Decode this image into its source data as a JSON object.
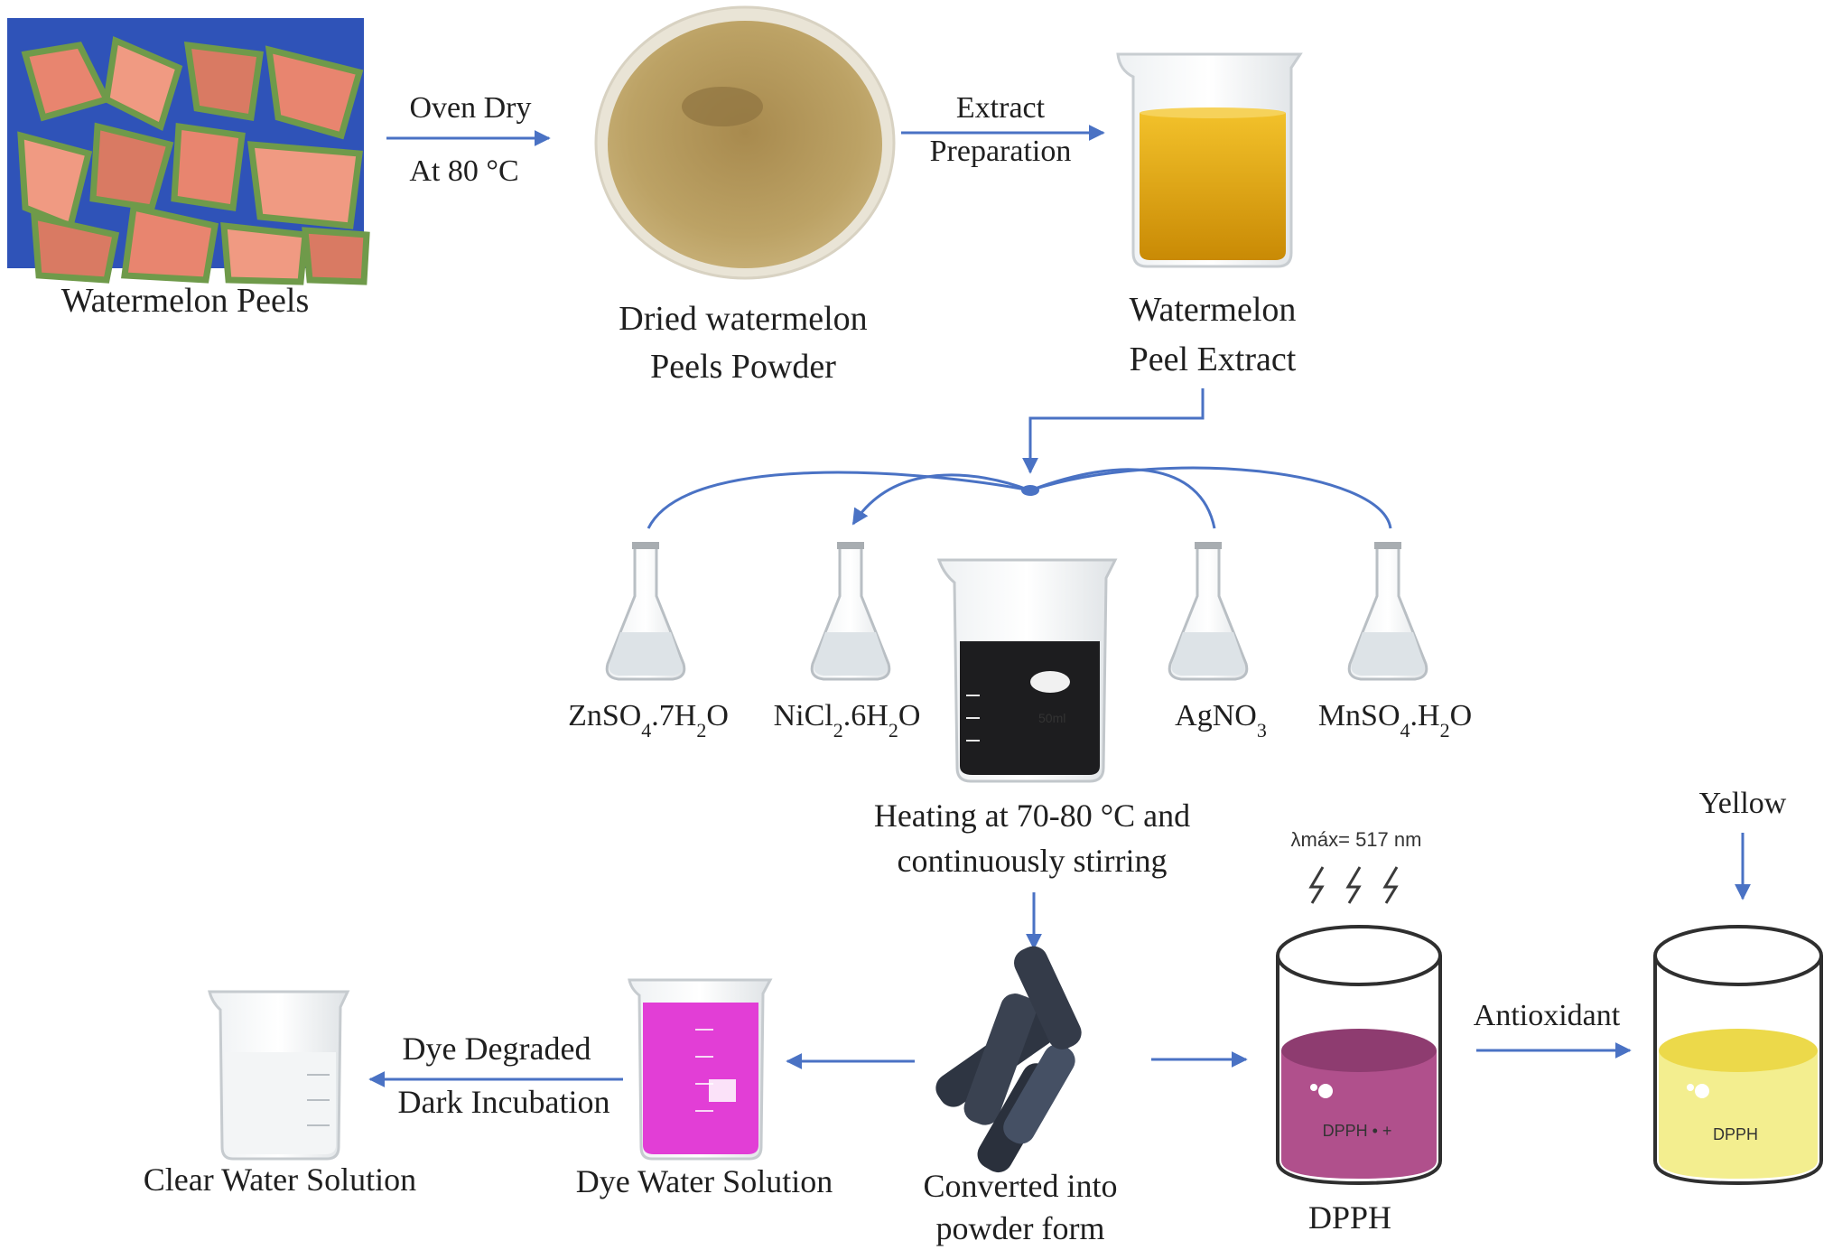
{
  "colors": {
    "arrow": "#4a72c4",
    "dpph_purple": "#b0508c",
    "yellow_solution": "#f3ee8f",
    "dye_pink": "#e23ed6",
    "extract_amber": "#e0a40f",
    "powder": "#b59a5c"
  },
  "steps": {
    "peels_label": "Watermelon Peels",
    "oven_dry": "Oven Dry",
    "oven_temp": "At 80 °C",
    "powder_line1": "Dried watermelon",
    "powder_line2": "Peels Powder",
    "extract_prep_line1": "Extract",
    "extract_prep_line2": "Preparation",
    "extract_line1": "Watermelon",
    "extract_line2": "Peel Extract"
  },
  "salts": [
    {
      "base": "ZnSO",
      "sub": "4",
      "rest": ".7H",
      "sub2": "2",
      "end": "O"
    },
    {
      "base": "NiCl",
      "sub": "2",
      "rest": ".6H",
      "sub2": "2",
      "end": "O"
    },
    {
      "base": "AgNO",
      "sub": "3",
      "rest": "",
      "sub2": "",
      "end": ""
    },
    {
      "base": "MnSO",
      "sub": "4",
      "rest": ".H",
      "sub2": "2",
      "end": "O"
    }
  ],
  "heating": {
    "line1": "Heating at 70-80 °C and",
    "line2": "continuously stirring",
    "beaker_label": "50ml"
  },
  "powder_form": {
    "line1": "Converted into",
    "line2": "powder form"
  },
  "dye": {
    "dye_label": "Dye Water Solution",
    "degraded": "Dye Degraded",
    "incubation": "Dark Incubation",
    "clear_label": "Clear Water Solution"
  },
  "dpph": {
    "lambda": "λmáx= 517 nm",
    "in_beaker": "DPPH • +",
    "label": "DPPH",
    "antioxidant": "Antioxidant",
    "yellow": "Yellow",
    "after_label": "DPPH"
  }
}
